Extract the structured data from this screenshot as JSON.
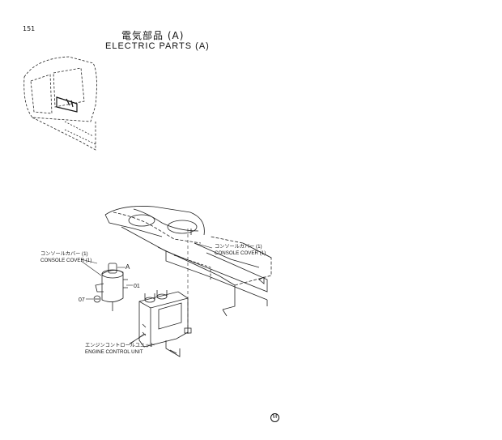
{
  "page": {
    "number": "151"
  },
  "title": {
    "jp": "電気部品 (A)",
    "en": "ELECTRIC  PARTS  (A)"
  },
  "labels": {
    "console_cover_left_jp": "コンソールカバー (1)",
    "console_cover_left_en": "CONSOLE COVER (1)",
    "console_cover_right_jp": "コンソールカバー (1)",
    "console_cover_right_en": "CONSOLE COVER (1)",
    "ecu_jp": "エンジンコントロールユニット",
    "ecu_en": "ENGINE  CONTROL  UNIT"
  },
  "refs": {
    "a": "A",
    "part01": "01",
    "part07": "07"
  },
  "mark": "M"
}
